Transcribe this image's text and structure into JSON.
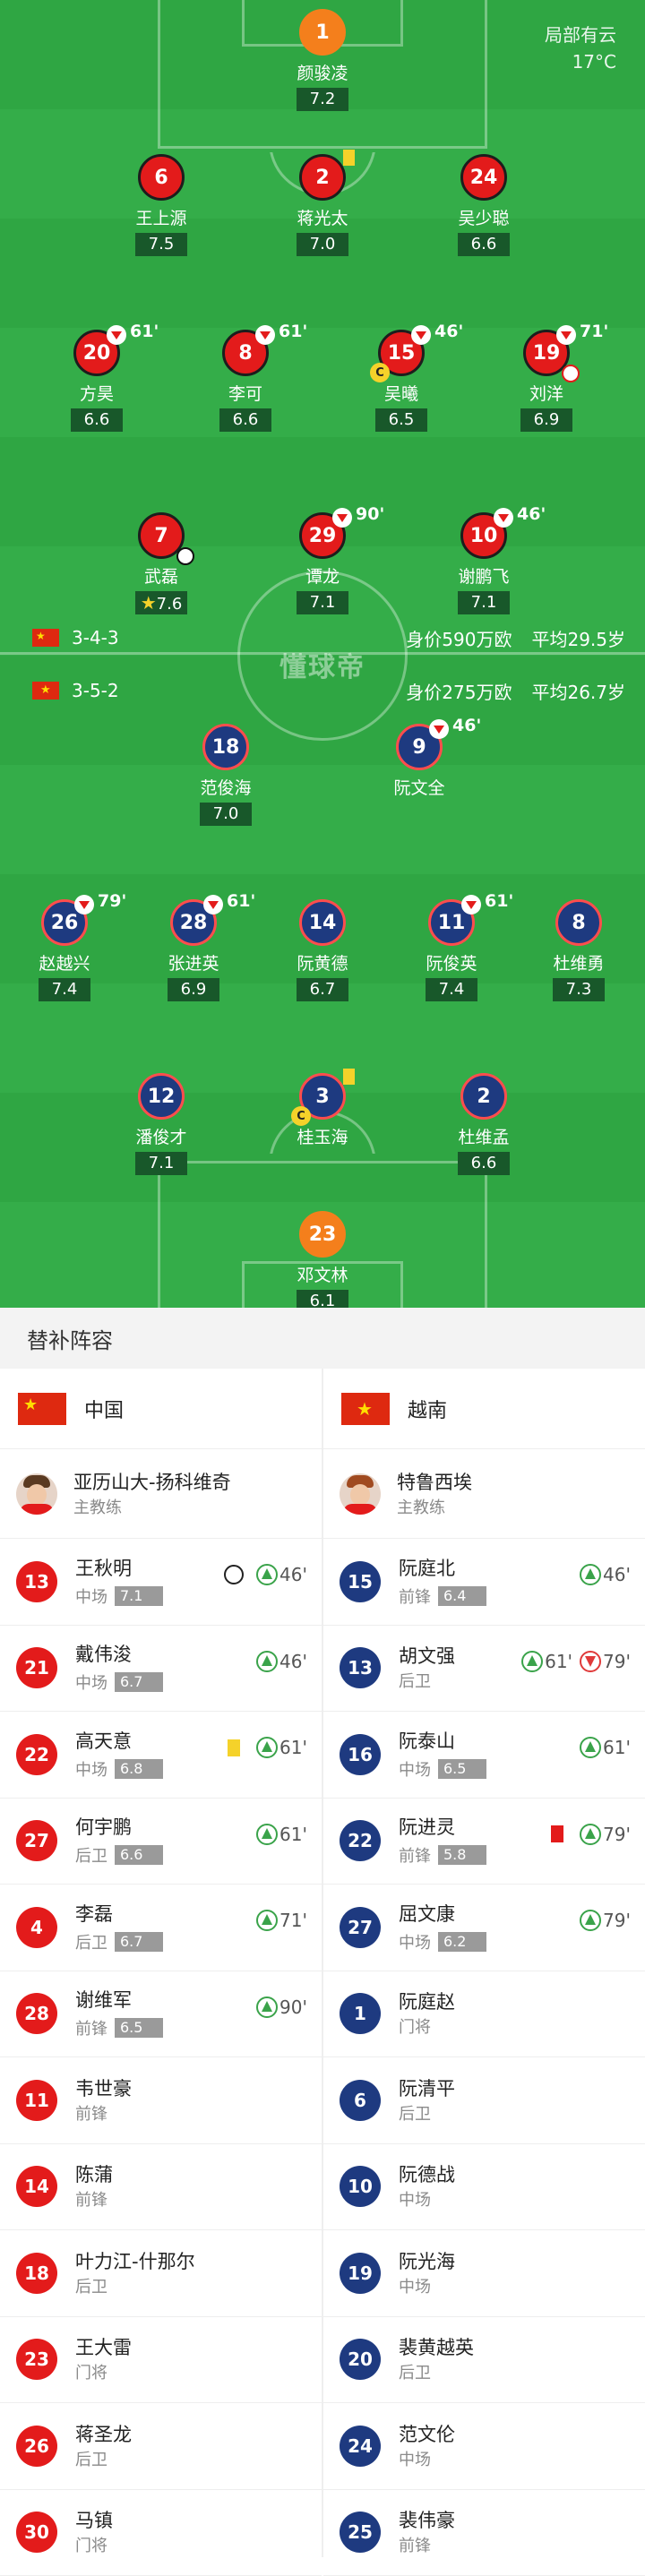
{
  "weather": {
    "desc": "局部有云",
    "temp": "17°C"
  },
  "watermark": "懂球帝",
  "china": {
    "formation": "3-4-3",
    "value": "身价590万欧",
    "avg_age": "平均29.5岁",
    "players": [
      {
        "no": "1",
        "name": "颜骏凌",
        "rating": "7.2"
      },
      {
        "no": "6",
        "name": "王上源",
        "rating": "7.5"
      },
      {
        "no": "2",
        "name": "蒋光太",
        "rating": "7.0"
      },
      {
        "no": "24",
        "name": "吴少聪",
        "rating": "6.6"
      },
      {
        "no": "20",
        "name": "方昊",
        "rating": "6.6",
        "sub": "61'"
      },
      {
        "no": "8",
        "name": "李可",
        "rating": "6.6",
        "sub": "61'"
      },
      {
        "no": "15",
        "name": "吴曦",
        "rating": "6.5",
        "sub": "46'",
        "cap": "C"
      },
      {
        "no": "19",
        "name": "刘洋",
        "rating": "6.9",
        "sub": "71'"
      },
      {
        "no": "7",
        "name": "武磊",
        "rating": "7.6"
      },
      {
        "no": "29",
        "name": "谭龙",
        "rating": "7.1",
        "sub": "90'"
      },
      {
        "no": "10",
        "name": "谢鹏飞",
        "rating": "7.1",
        "sub": "46'"
      }
    ]
  },
  "vietnam": {
    "formation": "3-5-2",
    "value": "身价275万欧",
    "avg_age": "平均26.7岁",
    "players": [
      {
        "no": "18",
        "name": "范俊海",
        "rating": "7.0"
      },
      {
        "no": "9",
        "name": "阮文全",
        "rating": "",
        "sub": "46'"
      },
      {
        "no": "26",
        "name": "赵越兴",
        "rating": "7.4",
        "sub": "79'"
      },
      {
        "no": "28",
        "name": "张进英",
        "rating": "6.9",
        "sub": "61'"
      },
      {
        "no": "14",
        "name": "阮黄德",
        "rating": "6.7"
      },
      {
        "no": "11",
        "name": "阮俊英",
        "rating": "7.4",
        "sub": "61'"
      },
      {
        "no": "8",
        "name": "杜维勇",
        "rating": "7.3"
      },
      {
        "no": "12",
        "name": "潘俊才",
        "rating": "7.1"
      },
      {
        "no": "3",
        "name": "桂玉海",
        "rating": "",
        "cap": "C"
      },
      {
        "no": "2",
        "name": "杜维孟",
        "rating": "6.6"
      },
      {
        "no": "23",
        "name": "邓文林",
        "rating": "6.1"
      }
    ]
  },
  "subs_title": "替补阵容",
  "subs": {
    "china": {
      "team": "中国",
      "coach": {
        "name": "亚历山大-扬科维奇",
        "role": "主教练"
      },
      "players": [
        {
          "no": "13",
          "name": "王秋明",
          "pos": "中场",
          "rating": "7.1",
          "in": "46'"
        },
        {
          "no": "21",
          "name": "戴伟浚",
          "pos": "中场",
          "rating": "6.7",
          "in": "46'"
        },
        {
          "no": "22",
          "name": "高天意",
          "pos": "中场",
          "rating": "6.8",
          "in": "61'"
        },
        {
          "no": "27",
          "name": "何宇鹏",
          "pos": "后卫",
          "rating": "6.6",
          "in": "61'"
        },
        {
          "no": "4",
          "name": "李磊",
          "pos": "后卫",
          "rating": "6.7",
          "in": "71'"
        },
        {
          "no": "28",
          "name": "谢维军",
          "pos": "前锋",
          "rating": "6.5",
          "in": "90'"
        },
        {
          "no": "11",
          "name": "韦世豪",
          "pos": "前锋"
        },
        {
          "no": "14",
          "name": "陈蒲",
          "pos": "前锋"
        },
        {
          "no": "18",
          "name": "叶力江-什那尔",
          "pos": "后卫"
        },
        {
          "no": "23",
          "name": "王大雷",
          "pos": "门将"
        },
        {
          "no": "26",
          "name": "蒋圣龙",
          "pos": "后卫"
        },
        {
          "no": "30",
          "name": "马镇",
          "pos": "门将"
        }
      ]
    },
    "vietnam": {
      "team": "越南",
      "coach": {
        "name": "特鲁西埃",
        "role": "主教练"
      },
      "players": [
        {
          "no": "15",
          "name": "阮庭北",
          "pos": "前锋",
          "rating": "6.4",
          "in": "46'"
        },
        {
          "no": "13",
          "name": "胡文强",
          "pos": "后卫",
          "in": "61'",
          "out": "79'"
        },
        {
          "no": "16",
          "name": "阮泰山",
          "pos": "中场",
          "rating": "6.5",
          "in": "61'"
        },
        {
          "no": "22",
          "name": "阮进灵",
          "pos": "前锋",
          "rating": "5.8",
          "in": "79'"
        },
        {
          "no": "27",
          "name": "屈文康",
          "pos": "中场",
          "rating": "6.2",
          "in": "79'"
        },
        {
          "no": "1",
          "name": "阮庭赵",
          "pos": "门将"
        },
        {
          "no": "6",
          "name": "阮清平",
          "pos": "后卫"
        },
        {
          "no": "10",
          "name": "阮德战",
          "pos": "中场"
        },
        {
          "no": "19",
          "name": "阮光海",
          "pos": "中场"
        },
        {
          "no": "20",
          "name": "裴黄越英",
          "pos": "后卫"
        },
        {
          "no": "24",
          "name": "范文伦",
          "pos": "中场"
        },
        {
          "no": "25",
          "name": "裴伟豪",
          "pos": "前锋"
        }
      ]
    }
  }
}
